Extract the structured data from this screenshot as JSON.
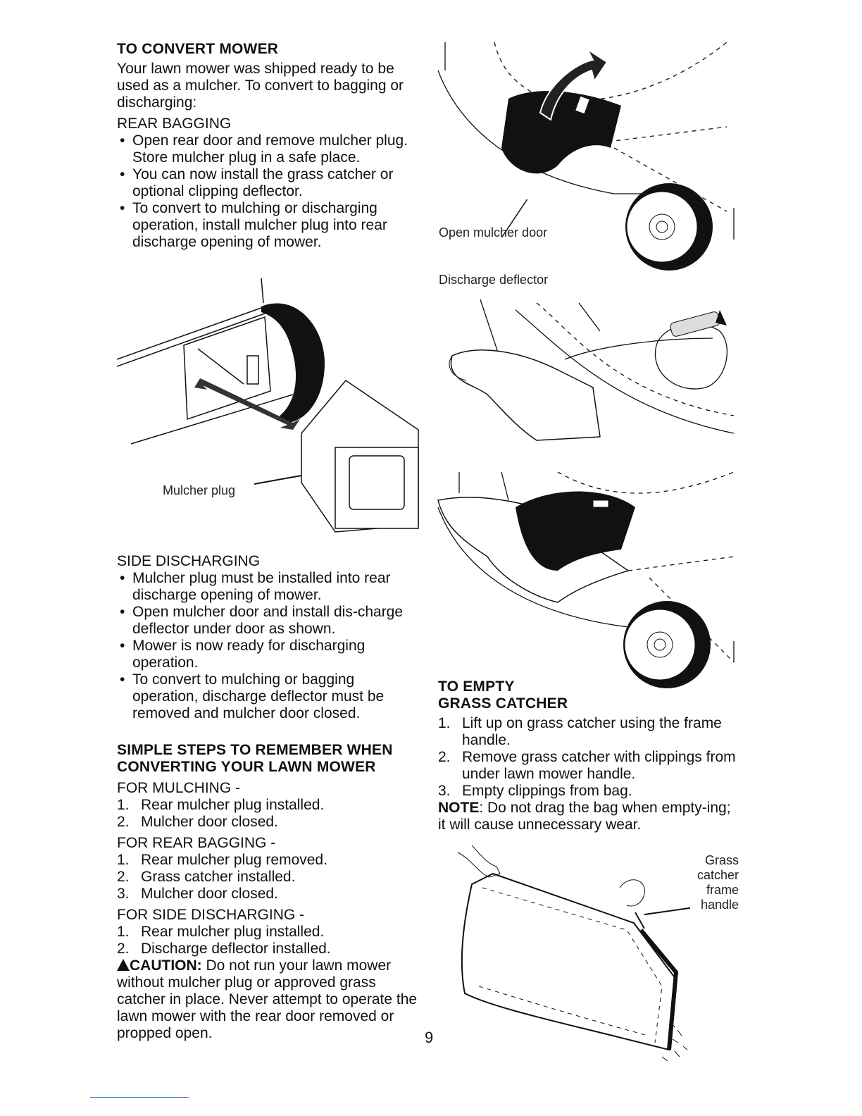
{
  "convert": {
    "heading": "TO CONVERT MOWER",
    "intro": "Your lawn mower was shipped ready to be used as a mulcher. To convert to bagging or discharging:",
    "rear_bagging": {
      "title": "REAR BAGGING",
      "items": [
        "Open rear door and remove mulcher plug. Store mulcher plug in a safe place.",
        "You can now install the grass catcher or optional clipping deflector.",
        "To convert to mulching or discharging operation, install mulcher plug into rear discharge opening of mower."
      ]
    },
    "side_discharging": {
      "title": "SIDE DISCHARGING",
      "items": [
        "Mulcher plug must be installed into rear discharge opening of mower.",
        "Open mulcher door and install dis-charge deflector under door as shown.",
        "Mower is now ready for discharging operation.",
        "To convert to mulching or bagging operation, discharge deflector must be removed and mulcher door closed."
      ]
    }
  },
  "simple_steps": {
    "heading": "SIMPLE STEPS TO REMEMBER WHEN CONVERTING YOUR LAWN MOWER",
    "mulching": {
      "title": "FOR MULCHING -",
      "items": [
        "Rear mulcher plug installed.",
        "Mulcher door closed."
      ]
    },
    "rear_bagging": {
      "title": "FOR REAR BAGGING -",
      "items": [
        "Rear mulcher plug removed.",
        "Grass catcher installed.",
        "Mulcher door closed."
      ]
    },
    "side_discharging": {
      "title": "FOR SIDE DISCHARGING -",
      "items": [
        "Rear mulcher plug installed.",
        "Discharge deflector installed."
      ]
    },
    "caution_label": "CAUTION:",
    "caution_text": "Do not run your lawn mower without mulcher plug or approved grass catcher in place. Never attempt to operate the lawn mower with the rear door removed or propped open."
  },
  "empty": {
    "heading_line1": "TO EMPTY",
    "heading_line2": "GRASS CATCHER",
    "steps": [
      "Lift up on grass catcher using the frame handle.",
      "Remove grass catcher with clippings from under lawn mower handle.",
      "Empty clippings from bag."
    ],
    "note_label": "NOTE",
    "note_text": ": Do not drag the bag when empty-ing; it will cause unnecessary wear."
  },
  "figure_labels": {
    "mulcher_plug": "Mulcher plug",
    "open_mulcher_door": "Open mulcher door",
    "discharge_deflector": "Discharge deflector",
    "grass_catcher_frame_handle": [
      "Grass",
      "catcher",
      "frame",
      "handle"
    ]
  },
  "page_number": "9"
}
